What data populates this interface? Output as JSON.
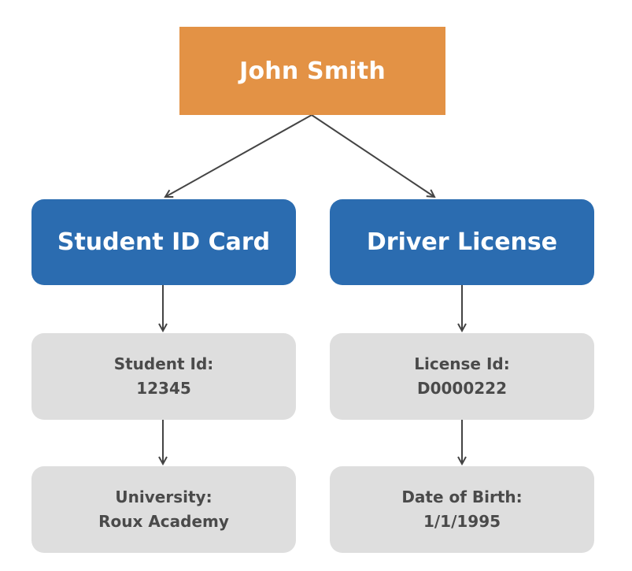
{
  "diagram": {
    "root": {
      "label": "John Smith"
    },
    "branches": [
      {
        "label": "Student ID Card",
        "fields": [
          {
            "label": "Student Id:",
            "value": "12345"
          },
          {
            "label": "University:",
            "value": "Roux Academy"
          }
        ]
      },
      {
        "label": "Driver License",
        "fields": [
          {
            "label": "License Id:",
            "value": "D0000222"
          },
          {
            "label": "Date of Birth:",
            "value": "1/1/1995"
          }
        ]
      }
    ],
    "colors": {
      "root": "#E39245",
      "card": "#2B6CB0",
      "info": "#DEDEDE",
      "connector": "#444444"
    }
  }
}
